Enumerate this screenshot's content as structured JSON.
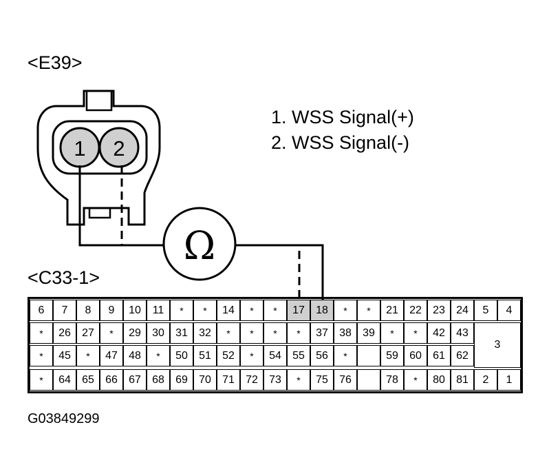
{
  "connector_e39": {
    "label": "<E39>",
    "pins": [
      "1",
      "2"
    ]
  },
  "legend": {
    "items": [
      "1. WSS Signal(+)",
      "2. WSS Signal(-)"
    ]
  },
  "meter": {
    "symbol": "Ω"
  },
  "connector_c33": {
    "label": "<C33-1>",
    "rows": [
      [
        "6",
        "7",
        "8",
        "9",
        "10",
        "11",
        "*",
        "*",
        "14",
        "*",
        "*",
        "17",
        "18",
        "*",
        "*",
        "21",
        "22",
        "23",
        "24",
        "5",
        "4"
      ],
      [
        "*",
        "26",
        "27",
        "*",
        "29",
        "30",
        "31",
        "32",
        "*",
        "*",
        "*",
        "*",
        "37",
        "38",
        "39",
        "*",
        "*",
        "42",
        "43",
        "3"
      ],
      [
        "*",
        "45",
        "*",
        "47",
        "48",
        "*",
        "50",
        "51",
        "52",
        "*",
        "54",
        "55",
        "56",
        "*",
        "",
        "59",
        "60",
        "61",
        "62"
      ],
      [
        "*",
        "64",
        "65",
        "66",
        "67",
        "68",
        "69",
        "70",
        "71",
        "72",
        "73",
        "*",
        "75",
        "76",
        "",
        "78",
        "*",
        "80",
        "81",
        "2",
        "1"
      ]
    ],
    "highlighted_pins": [
      "17",
      "18"
    ]
  },
  "figure_id": "G03849299"
}
